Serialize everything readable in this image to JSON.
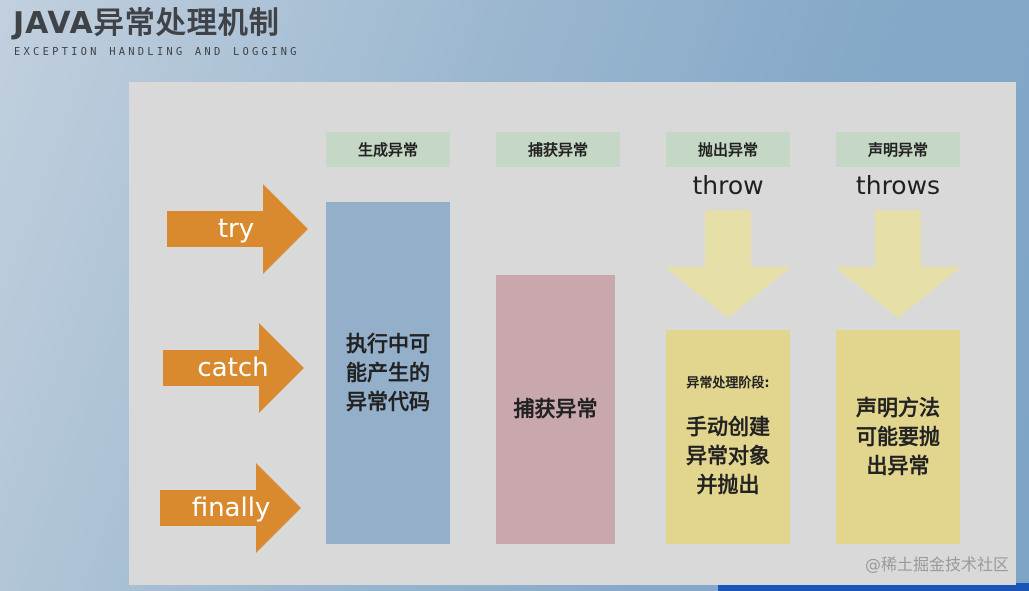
{
  "header": {
    "title": "JAVA异常处理机制",
    "subtitle": "EXCEPTION HANDLING AND LOGGING"
  },
  "arrows": {
    "try": "try",
    "catch": "catch",
    "finally": "finally"
  },
  "columns": {
    "generate": {
      "tag": "生成异常",
      "box_lines": [
        "执行中可",
        "能产生的",
        "异常代码"
      ]
    },
    "catch": {
      "tag": "捕获异常",
      "box_text": "捕获异常"
    },
    "throw": {
      "tag": "抛出异常",
      "keyword": "throw",
      "label": "异常处理阶段:",
      "box_lines": [
        "手动创建",
        "异常对象",
        "并抛出"
      ]
    },
    "declare": {
      "tag": "声明异常",
      "keyword": "throws",
      "box_lines": [
        "声明方法",
        "可能要抛",
        "出异常"
      ]
    }
  },
  "watermark": "@稀土掘金技术社区",
  "colors": {
    "arrow": "#d98a2f",
    "down_arrow": "#e6e0a8",
    "tag": "#c5d7c5",
    "blue_box": "#93afc9",
    "pink_box": "#c8a7ad",
    "yellow_box": "#e2d58d"
  }
}
